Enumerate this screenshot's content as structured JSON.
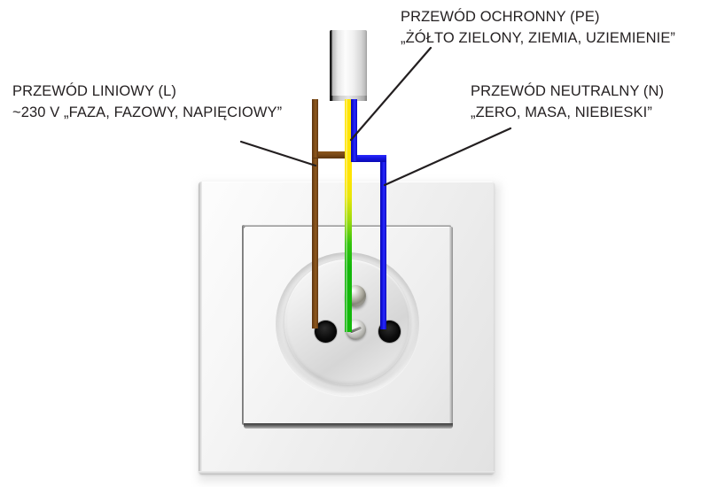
{
  "diagram": {
    "title_context": "Opis przewodów w gniazdku elektrycznym",
    "background_color": "#ffffff",
    "text_color": "#231f20"
  },
  "labels": {
    "pe": {
      "line1": "PRZEWÓD OCHRONNY (PE)",
      "line2": "„ŻÓŁTO ZIELONY, ZIEMIA, UZIEMIENIE”"
    },
    "l": {
      "line1": "PRZEWÓD LINIOWY (L)",
      "line2": "~230 V „FAZA, FAZOWY, NAPIĘCIOWY”"
    },
    "n": {
      "line1": "PRZEWÓD NEUTRALNY (N)",
      "line2": "„ZERO, MASA, NIEBIESKI”"
    }
  },
  "wires": {
    "line": {
      "name": "przewód liniowy",
      "code": "L",
      "color_hex": "#7b4a17",
      "color_name": "brązowy"
    },
    "protective": {
      "name": "przewód ochronny",
      "code": "PE",
      "color_hex": "#ffe400",
      "color_hex_2": "#13b70a",
      "color_name": "żółto-zielony"
    },
    "neutral": {
      "name": "przewód neutralny",
      "code": "N",
      "color_hex": "#1414e0",
      "color_name": "niebieski"
    }
  },
  "cable": {
    "jacket_name": "osłona kabla",
    "jacket_color_hex": "#f2f2f2"
  },
  "socket": {
    "type_name": "gniazdo elektryczne typ E",
    "frame_color_hex": "#f2f2f2",
    "disc_color_hex": "#e2e2e2",
    "parts": {
      "outer_frame": "ramka zewnętrzna",
      "inner_plate": "płytka wewnętrzna",
      "well": "wgłębienie gniazda",
      "disc": "tarcza gniazda",
      "hole_left": "otwór lewy (L)",
      "hole_right": "otwór prawy (N)",
      "earth_pin": "kołek ochronny (PE)",
      "center_screw": "śruba mocująca"
    }
  },
  "leaders": {
    "stroke_hex": "#231f20",
    "stroke_width": 2.2
  }
}
